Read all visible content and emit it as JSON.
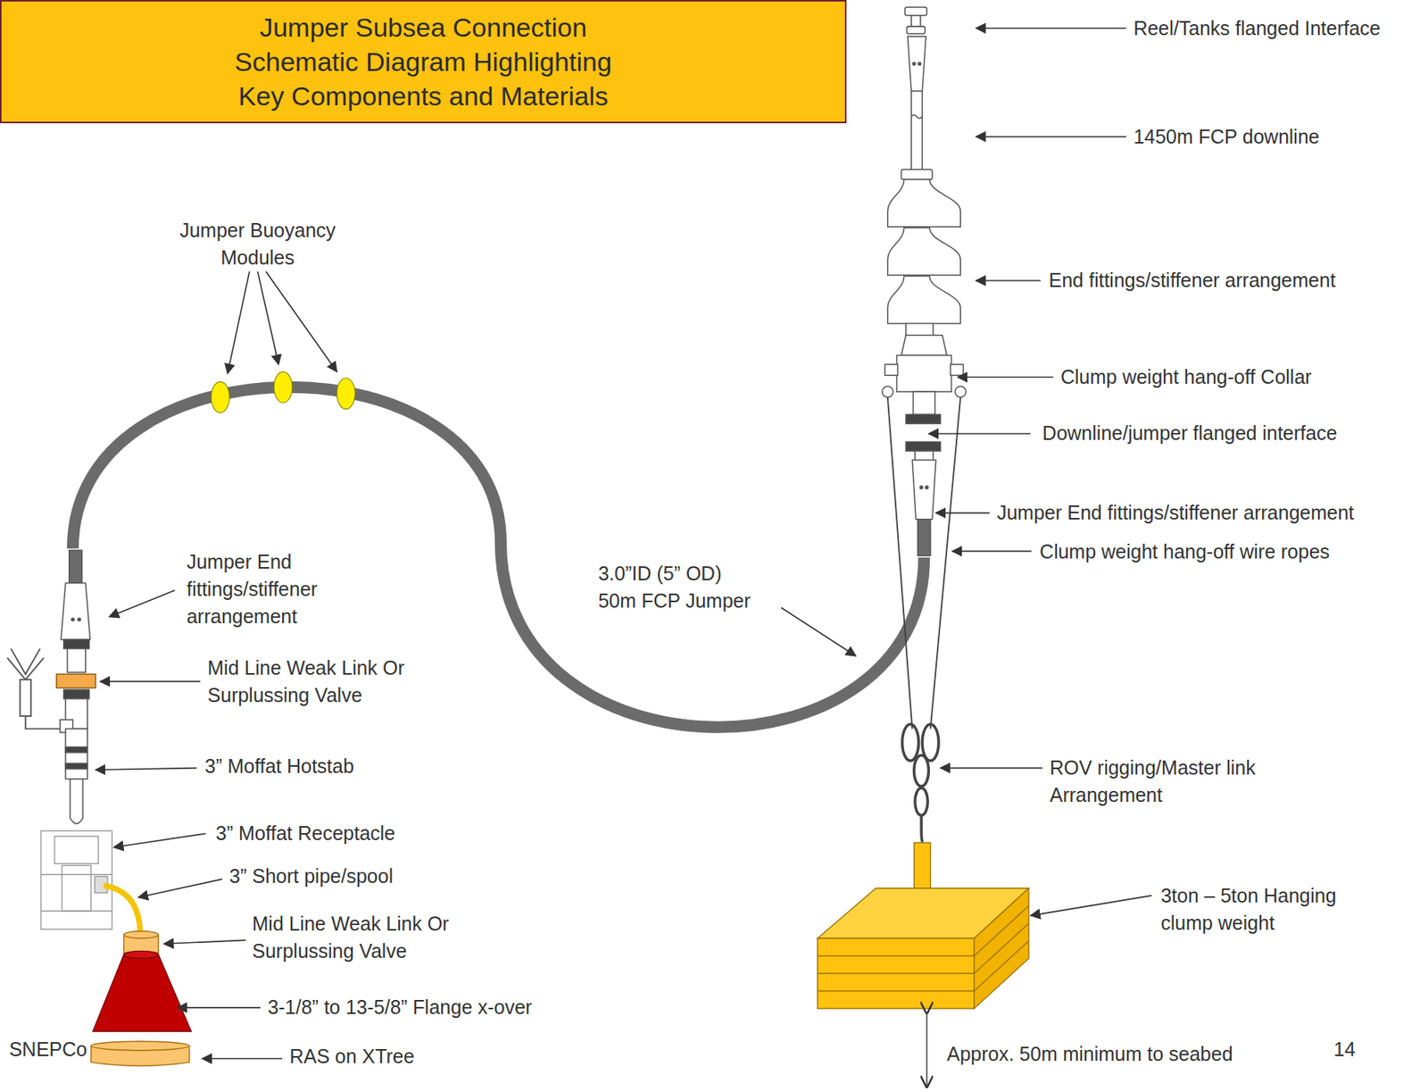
{
  "diagram": {
    "nodes": [
      {
        "text": [
          "Jumper Subsea Connection Schematic Diagram Highlighting Key Components and Materials"
        ]
      }
    ],
    "labels": [
      "Reel/Tanks flanged Interface",
      "1450m FCP downline",
      "End fittings/stiffener arrangement",
      "Clump weight hang-off Collar",
      "Downline/jumper flanged interface",
      "Jumper End fittings/stiffener arrangement",
      "Clump weight hang-off wire ropes",
      "ROV rigging/Master link Arrangement",
      "3ton – 5ton Hanging clump weight",
      "Approx. 50m minimum to seabed",
      "14",
      "Jumper Buoyancy Modules",
      "Jumper End fittings/stiffener arrangement",
      "Mid Line Weak Link Or Surplussing Valve",
      "3” Moffat Hotstab",
      "3” Moffat Receptacle",
      "3” Short pipe/spool",
      "Mid Line Weak Link Or Surplussing Valve",
      "3-1/8” to 13-5/8” Flange x-over",
      "RAS on XTree",
      "3.0”ID (5” OD) 50m FCP Jumper",
      "SNEPCo"
    ]
  }
}
